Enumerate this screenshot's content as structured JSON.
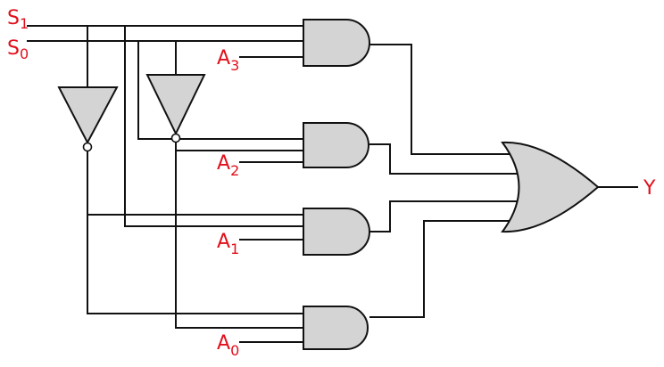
{
  "labels": {
    "s1": {
      "main": "S",
      "sub": "1"
    },
    "s0": {
      "main": "S",
      "sub": "0"
    },
    "a3": {
      "main": "A",
      "sub": "3"
    },
    "a2": {
      "main": "A",
      "sub": "2"
    },
    "a1": {
      "main": "A",
      "sub": "1"
    },
    "a0": {
      "main": "A",
      "sub": "0"
    },
    "y": "Y"
  },
  "colors": {
    "label": "#e0101c",
    "wire": "#111111",
    "gate_fill": "#d4d4d4"
  }
}
